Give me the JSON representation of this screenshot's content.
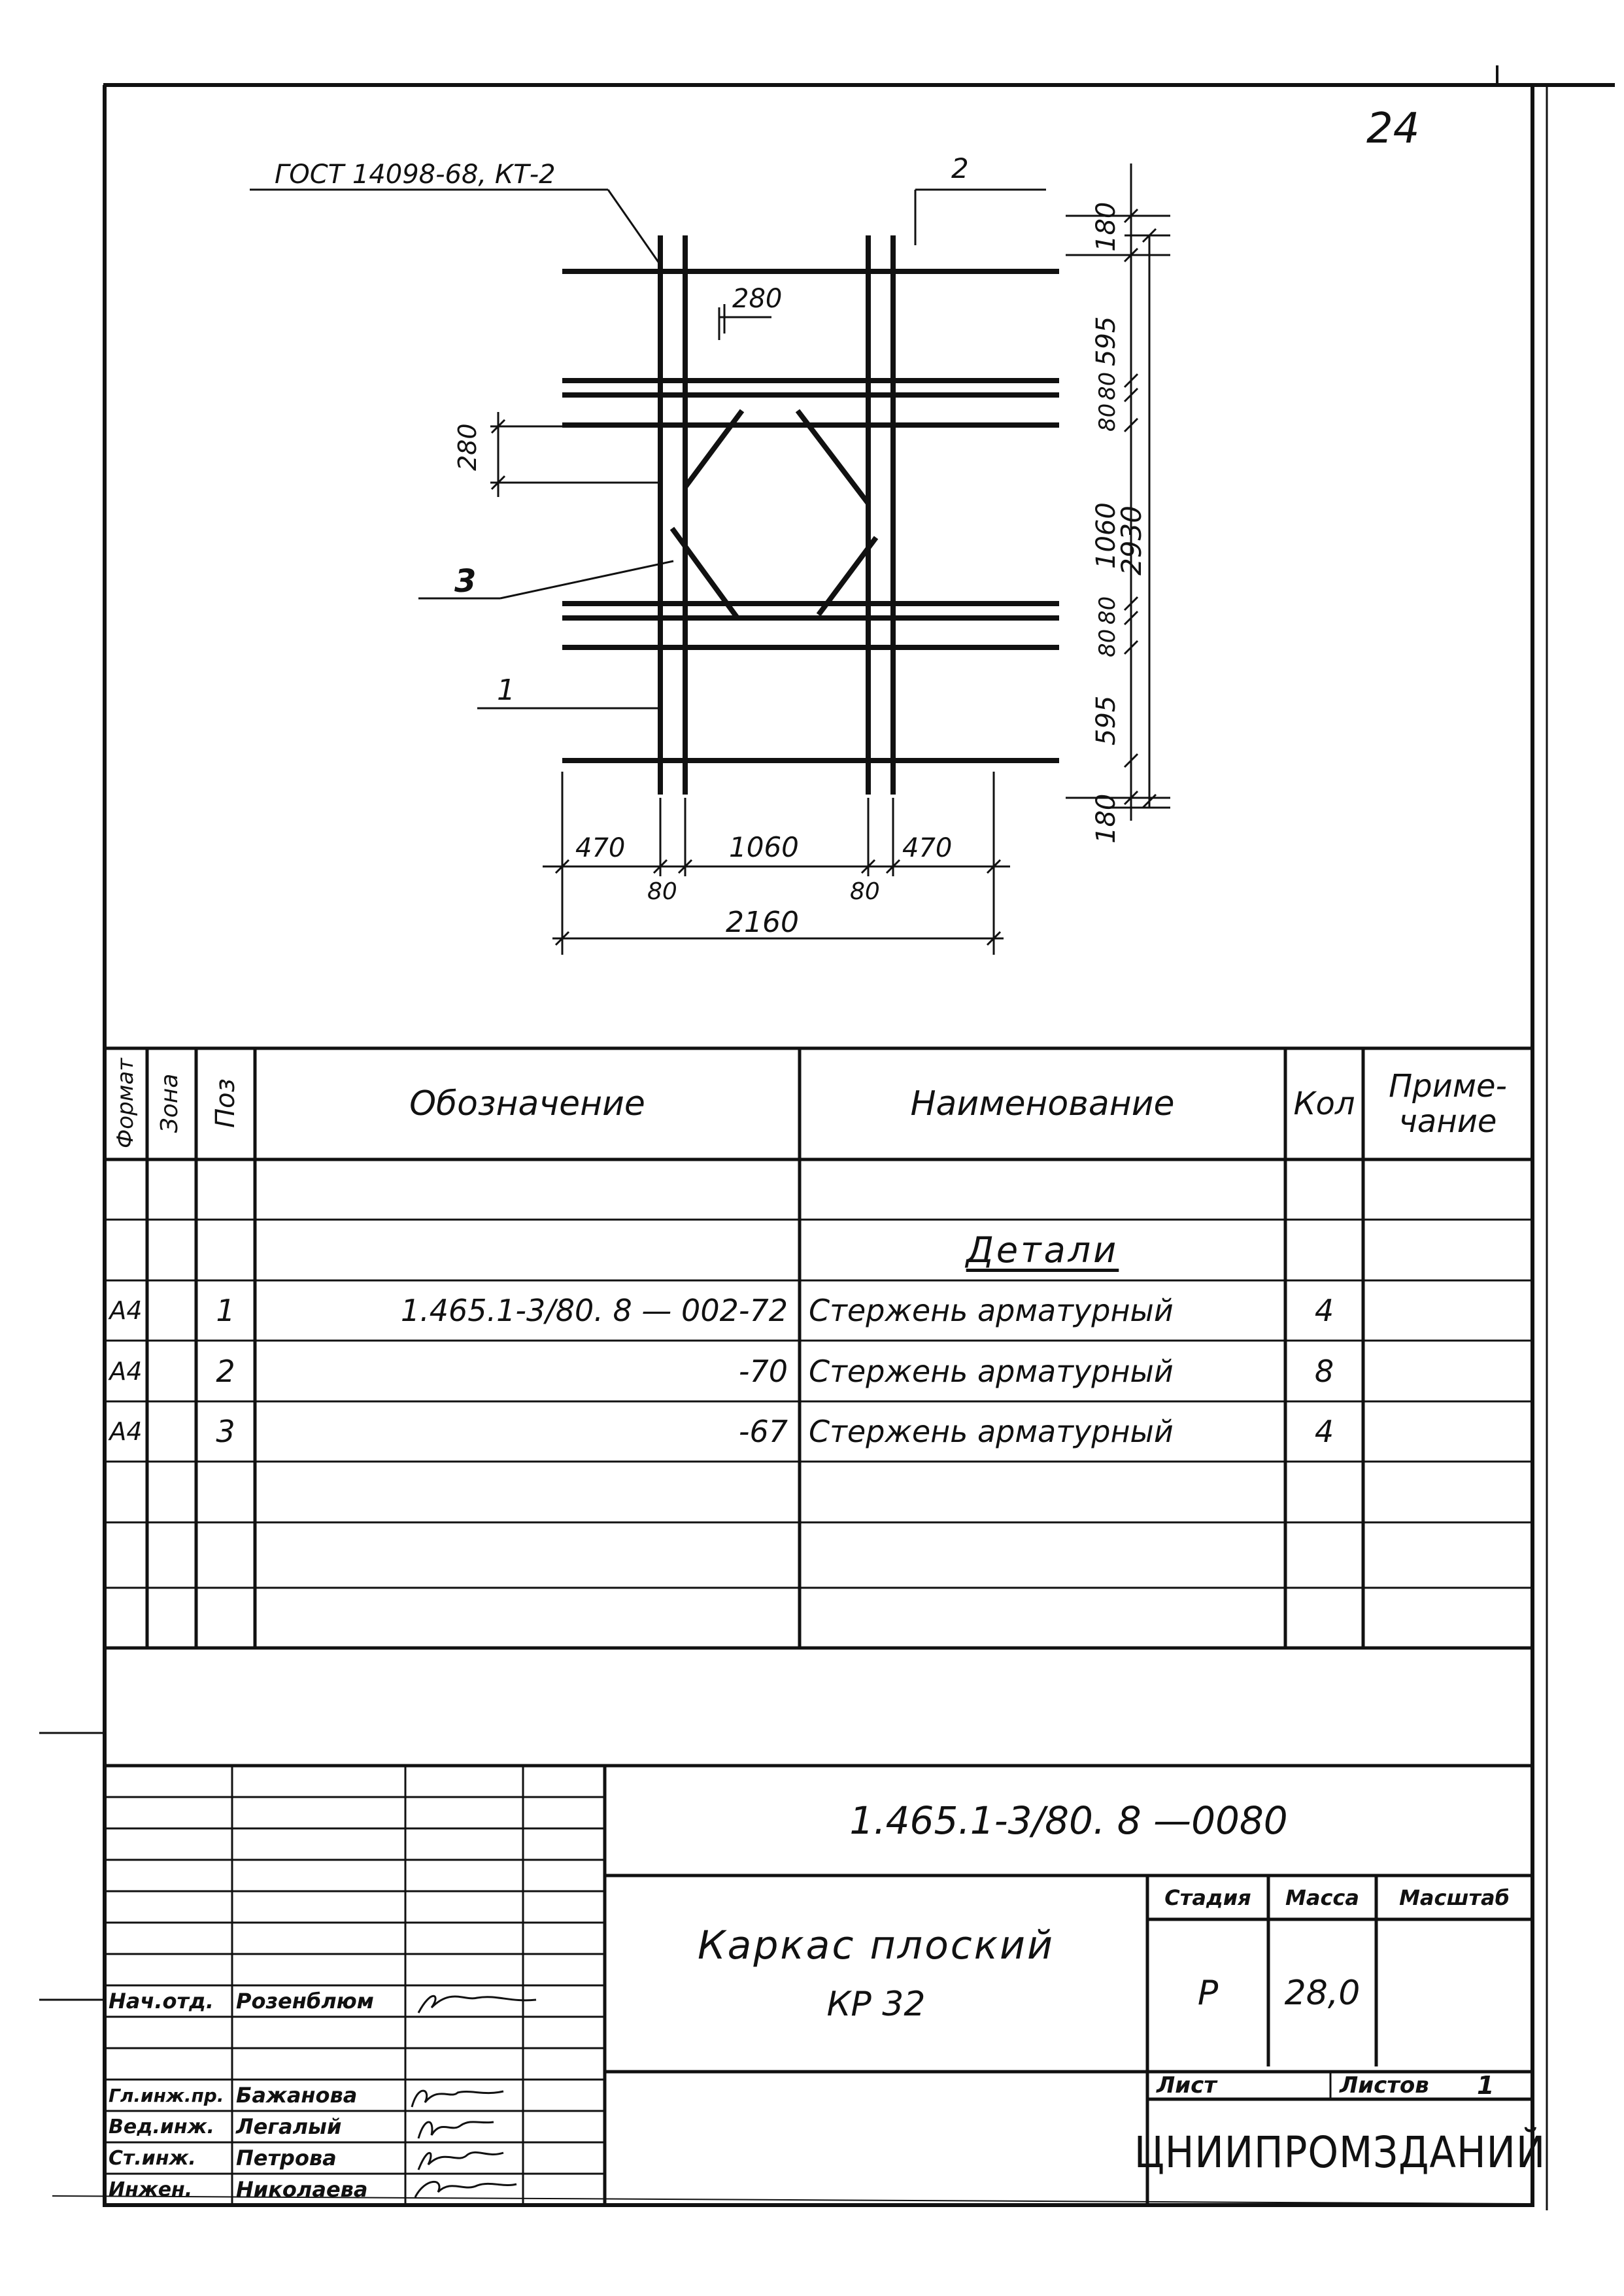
{
  "sheet": {
    "page_mark": "24"
  },
  "drawing": {
    "callout_standard": "ГОСТ 14098-68, КТ-2",
    "pos_labels": {
      "p1": "1",
      "p2": "2",
      "p3": "3"
    },
    "dims": {
      "d180_top": "180",
      "d595_top": "595",
      "d80a": "80",
      "d80b": "80",
      "d1060_v": "1060",
      "d80c": "80",
      "d80d": "80",
      "d595_bot": "595",
      "d180_bot": "180",
      "d2930": "2930",
      "d280_top": "280",
      "d280_left": "280",
      "d470_left": "470",
      "d80_left": "80",
      "d1060_h": "1060",
      "d80_right": "80",
      "d470_right": "470",
      "d2160": "2160"
    }
  },
  "spec": {
    "headers": {
      "format": "Формат",
      "zone": "Зона",
      "pos": "Поз",
      "designation": "Обозначение",
      "name": "Наименование",
      "qty": "Кол",
      "note": "Приме- чание"
    },
    "section_title": "Детали",
    "rows": [
      {
        "format": "А4",
        "pos": "1",
        "designation": "1.465.1-3/80. 8 — 002-72",
        "name": "Стержень арматурный",
        "qty": "4"
      },
      {
        "format": "А4",
        "pos": "2",
        "designation": "-70",
        "name": "Стержень арматурный",
        "qty": "8"
      },
      {
        "format": "А4",
        "pos": "3",
        "designation": "-67",
        "name": "Стержень арматурный",
        "qty": "4"
      }
    ]
  },
  "title_block": {
    "doc_code": "1.465.1-3/80. 8 —0080",
    "title_line1": "Каркас плоский",
    "title_line2": "КР 32",
    "stage_label": "Стадия",
    "mass_label": "Масса",
    "scale_label": "Масштаб",
    "stage_value": "Р",
    "mass_value": "28,0",
    "scale_value": "",
    "sheet_label": "Лист",
    "sheets_label": "Листов",
    "sheets_value": "1",
    "org": "ЦНИИПРОМЗДАНИЙ",
    "signers": [
      {
        "role": "Нач.отд.",
        "name": "Розенблюм"
      },
      {
        "role": "Гл.инж.пр.",
        "name": "Бажанова"
      },
      {
        "role": "Вед.инж.",
        "name": "Легалый"
      },
      {
        "role": "Ст.инж.",
        "name": "Петрова"
      },
      {
        "role": "Инжен.",
        "name": "Николаева"
      }
    ]
  }
}
